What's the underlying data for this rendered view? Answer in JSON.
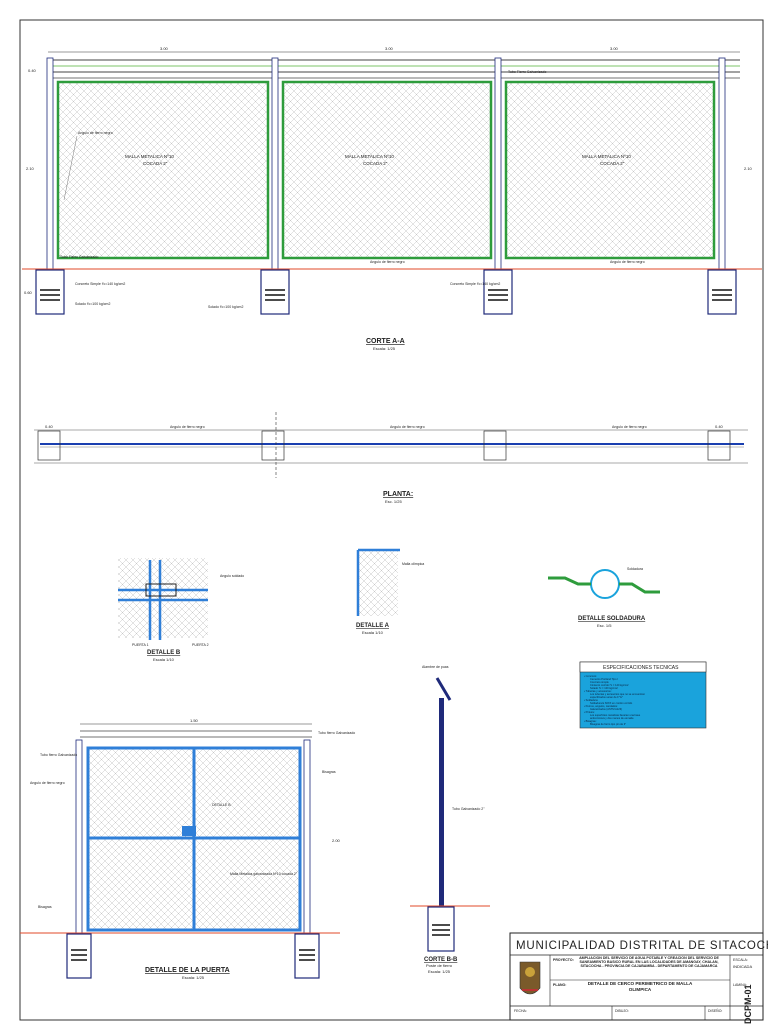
{
  "elevation": {
    "mesh_label_line1": "MALLA METALICA Nº10",
    "mesh_label_line2": "COCADA 2\"",
    "title": "CORTE A-A",
    "scale": "Escala: 1/25",
    "dim_span": "3.00",
    "dim_post_top": "0.40",
    "dim_height": "2.10",
    "dim_foundation": "0.60",
    "note_concrete": "Concreto Simple f'c=140 kg/cm2",
    "note_base": "Solado f'c=100 kg/cm2",
    "note_angle": "Angulo de fierro negro",
    "note_tube": "Tubo Fierro Galvanizado"
  },
  "plan": {
    "title": "PLANTA:",
    "scale": "Esc. 1/25",
    "dim_post": "0.40",
    "note_angle": "Angulo de fierro negro"
  },
  "details": {
    "detalle_b": {
      "title": "DETALLE B",
      "scale": "Escala 1/10",
      "gate1": "PUERTA 1",
      "gate2": "PUERTA 2",
      "note": "Angulo soldado"
    },
    "detalle_a": {
      "title": "DETALLE A",
      "scale": "Escala 1/10",
      "note": "Malla olimpica"
    },
    "detalle_soldadura": {
      "title": "DETALLE SOLDADURA",
      "scale": "Esc. 1/5",
      "note": "Soldadura"
    }
  },
  "specs": {
    "title": "ESPECIFICACIONES TECNICAS",
    "lines": [
      "▪ Concreto:",
      "Cemento Portland Tipo I",
      "Concreto simple",
      "Cimiento corrido         f'c = 140 kg/cm2",
      "Solado                   f'c = 100 kg/cm2",
      "▪ Tuberias y accesorios:",
      "Los tuberias y accesorios que no se encuentren",
      "especificados seran de F°G°",
      "▪ Soldadura:",
      "Soldadura E 60XX en cordon corrido",
      "▪ Pernos, angulos, candados:",
      "Galvanizados (ASTM A123)",
      "▪ Pintura:",
      "Los superficies metalicas llevaran una base",
      "anticorrosiva y dos manos de esmalte",
      "▪ Bisagras:",
      "Bisagras de fierro tipo pin de 3\""
    ]
  },
  "gate": {
    "title": "DETALLE DE LA PUERTA",
    "scale": "Escala: 1/25",
    "dim_width": "1.50",
    "dim_height": "2.00",
    "ref": "DETALLE B",
    "note_tube": "Tubo fierro Galvanizado",
    "note_hinge": "Bisagras",
    "note_mesh": "Malla Metalica galvanizada Nº10 cocada 2\"",
    "note_angle": "Angulo de fierro negro"
  },
  "section": {
    "title": "CORTE B-B",
    "subtitle": "Poste de fierro",
    "scale": "Escala: 1/25",
    "note_post": "Tubo Galvanizado 2\"",
    "note_barbed": "Alambre de puas"
  },
  "title_block": {
    "municipality": "MUNICIPALIDAD DISTRITAL DE SITACOCHA",
    "project_label": "PROYECTO:",
    "project": "AMPLIACION DEL SERVICIO DE AGUA POTABLE Y CREACION DEL SERVICIO DE SANEAMIENTO BASICO RURAL EN LAS LOCALIDADES DE AMANGAY, CHALAN, SITACOCHA - PROVINCIA DE CAJABAMBA - DEPARTAMENTO DE CAJAMARCA",
    "plan_label": "PLANO:",
    "plan": "DETALLE DE CERCO PERIMETRICO DE MALLA OLIMPICA",
    "sheet_label": "LAMINA:",
    "sheet": "DCPM-01",
    "date_label": "FECHA:",
    "scale_label": "ESCALA:",
    "scale": "INDICADA",
    "drawn_label": "DIBUJO:",
    "design_label": "DISEÑO:"
  },
  "colors": {
    "mesh_frame": "#2e9c3c",
    "gate_frame": "#2f7fd8",
    "plan_line": "#1a3fb0",
    "specs_bg": "#1aa3dc",
    "ground": "#e24a2a",
    "post": "#1f2a7a"
  }
}
